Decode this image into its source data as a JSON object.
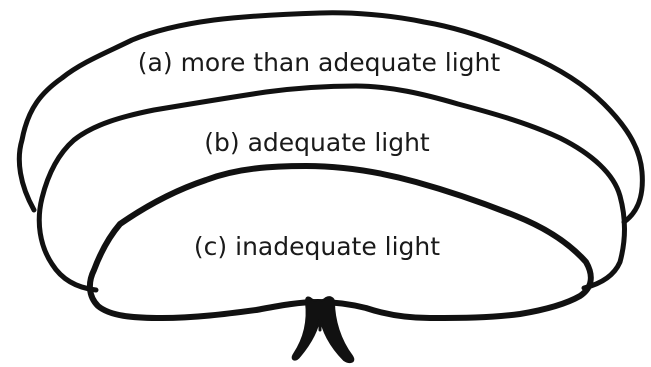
{
  "diagram": {
    "zones": [
      {
        "id": "a",
        "label": "(a) more than adequate light"
      },
      {
        "id": "b",
        "label": "(b) adequate light"
      },
      {
        "id": "c",
        "label": "(c) inadequate light"
      }
    ],
    "colors": {
      "outline": "#111111",
      "text": "#1a1a1a",
      "background": "#ffffff"
    }
  }
}
